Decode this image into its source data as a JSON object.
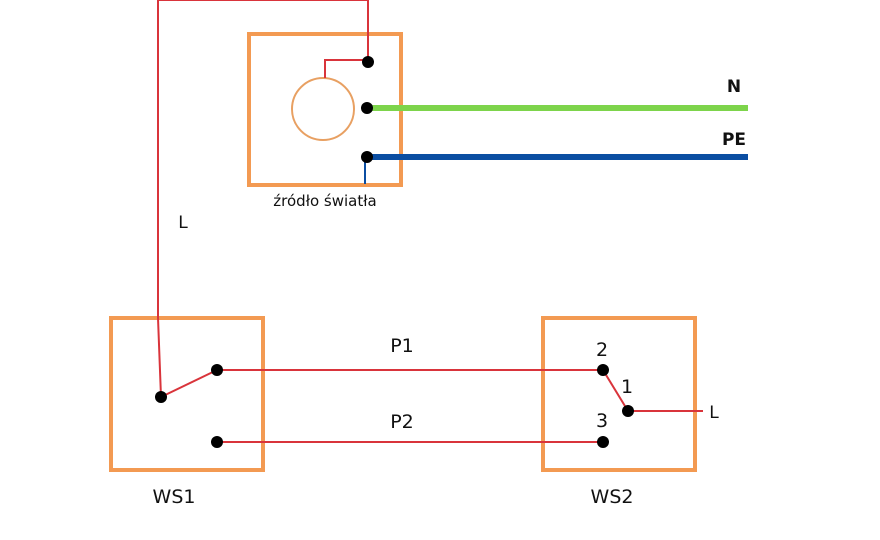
{
  "colors": {
    "box_outline": "#f39a52",
    "wire_line": "#d9343b",
    "wire_neutral": "#7dd44b",
    "wire_protective": "#0b4ea2",
    "bulb": "#e8a062",
    "terminal": "#000000",
    "label_neutral": "#6cc640",
    "label_protective": "#0b4ea2"
  },
  "labels": {
    "light_source": "źródło światła",
    "line_left": "L",
    "line_right": "L",
    "neutral": "N",
    "protective_earth": "PE",
    "traveler_1": "P1",
    "traveler_2": "P2",
    "switch_1": "WS1",
    "switch_2": "WS2",
    "terminal_1": "1",
    "terminal_2": "2",
    "terminal_3": "3"
  }
}
